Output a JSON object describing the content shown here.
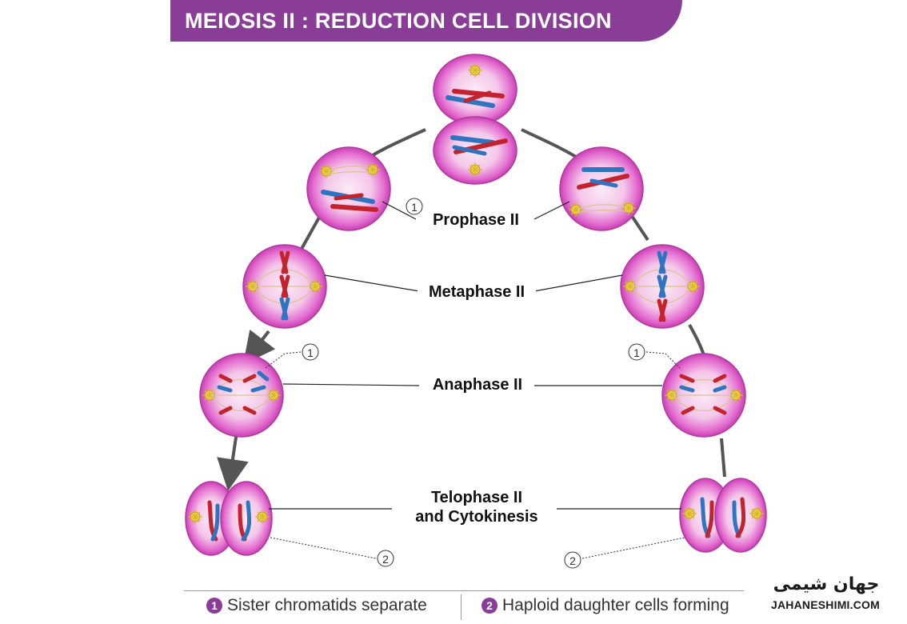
{
  "title": "MEIOSIS II : REDUCTION CELL DIVISION",
  "stages": {
    "prophase": "Prophase II",
    "metaphase": "Metaphase II",
    "anaphase": "Anaphase II",
    "telophase_line1": "Telophase II",
    "telophase_line2": "and Cytokinesis"
  },
  "callouts": {
    "one": "1",
    "two": "2"
  },
  "legend": {
    "item1_number": "1",
    "item1_text": "Sister chromatids separate",
    "item2_number": "2",
    "item2_text": "Haploid daughter cells forming"
  },
  "logo": {
    "persian_text": "جهان شیمی",
    "english_text": "JAHANESHIMI.COM"
  },
  "colors": {
    "banner": "#8a3d97",
    "cell_pink": "#e85fcf",
    "cell_light": "#f7d6ef",
    "chromosome_red": "#c4232d",
    "chromosome_blue": "#2f74c0",
    "centrosome_yellow": "#f1d24a",
    "arrow_gray": "#555555"
  }
}
